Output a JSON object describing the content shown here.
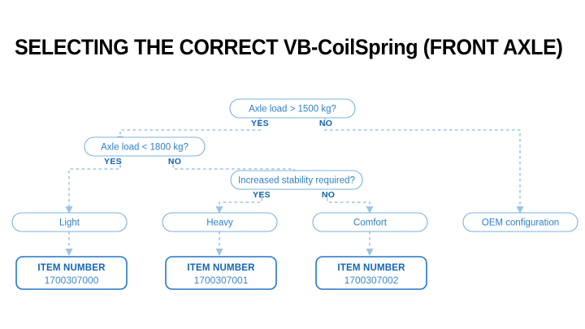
{
  "page": {
    "title": "SELECTING THE CORRECT VB-CoilSpring (FRONT AXLE)",
    "background_color": "#ffffff"
  },
  "colors": {
    "title_text": "#000000",
    "pill_border": "#7fb0dd",
    "pill_text": "#2f7fc4",
    "yes_no_text": "#1565b0",
    "item_box_border": "#2277c4",
    "item_title_text": "#1565b0",
    "item_value_text": "#3d86c6",
    "connector": "#9cc4e4"
  },
  "chart_data": {
    "type": "diagram",
    "title": "SELECTING THE CORRECT VB-CoilSpring (FRONT AXLE)",
    "decisions": [
      {
        "id": "d1",
        "question": "Axle load > 1500 kg?",
        "yes_label": "YES",
        "no_label": "NO",
        "yes_target": "d2",
        "no_target": "r4"
      },
      {
        "id": "d2",
        "question": "Axle load < 1800 kg?",
        "yes_label": "YES",
        "no_label": "NO",
        "yes_target": "r1",
        "no_target": "d3"
      },
      {
        "id": "d3",
        "question": "Increased stability required?",
        "yes_label": "YES",
        "no_label": "NO",
        "yes_target": "r2",
        "no_target": "r3"
      }
    ],
    "results": [
      {
        "id": "r1",
        "label": "Light",
        "item_title": "ITEM NUMBER",
        "item_number": "1700307000"
      },
      {
        "id": "r2",
        "label": "Heavy",
        "item_title": "ITEM NUMBER",
        "item_number": "1700307001"
      },
      {
        "id": "r3",
        "label": "Comfort",
        "item_title": "ITEM NUMBER",
        "item_number": "1700307002"
      },
      {
        "id": "r4",
        "label": "OEM configuration",
        "item_title": null,
        "item_number": null
      }
    ]
  },
  "decision1": {
    "question": "Axle load > 1500 kg?",
    "yes": "YES",
    "no": "NO"
  },
  "decision2": {
    "question": "Axle load < 1800 kg?",
    "yes": "YES",
    "no": "NO"
  },
  "decision3": {
    "question": "Increased stability required?",
    "yes": "YES",
    "no": "NO"
  },
  "results": {
    "light": "Light",
    "heavy": "Heavy",
    "comfort": "Comfort",
    "oem": "OEM configuration"
  },
  "items": {
    "light": {
      "title": "ITEM NUMBER",
      "number": "1700307000"
    },
    "heavy": {
      "title": "ITEM NUMBER",
      "number": "1700307001"
    },
    "comfort": {
      "title": "ITEM NUMBER",
      "number": "1700307002"
    }
  }
}
